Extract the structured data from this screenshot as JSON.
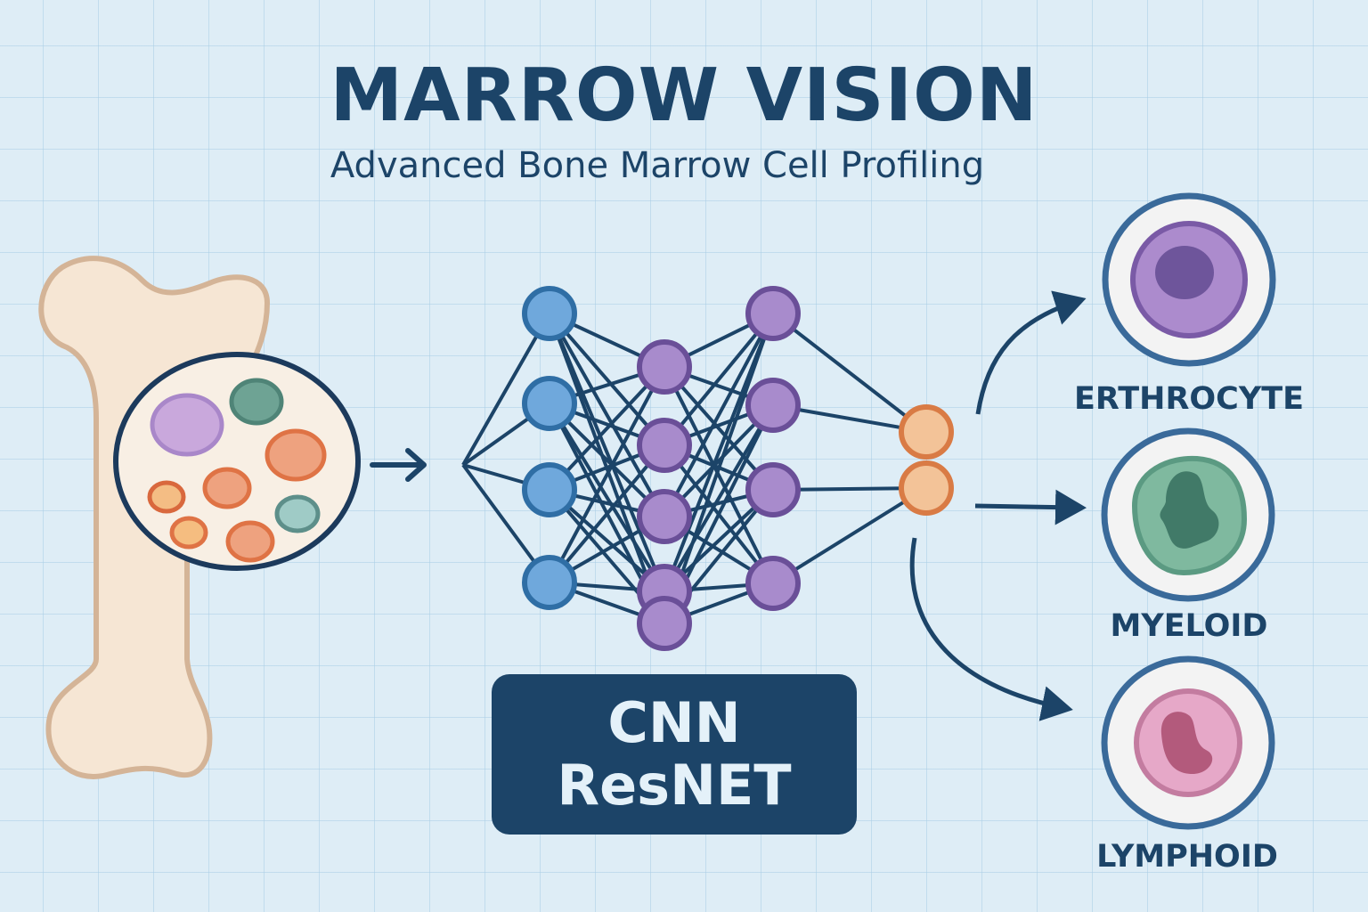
{
  "header": {
    "title": "MARROW VISION",
    "subtitle": "Advanced Bone Marrow Cell Profiling"
  },
  "model": {
    "line1": "CNN",
    "line2": "ResNET"
  },
  "network": {
    "layers": [
      {
        "name": "input",
        "nodes": 4,
        "color": "#6fa8dc",
        "stroke": "#2f6ea5"
      },
      {
        "name": "hidden-1",
        "nodes": 5,
        "color": "#a88bcc",
        "stroke": "#6a4f98"
      },
      {
        "name": "hidden-2",
        "nodes": 4,
        "color": "#a88bcc",
        "stroke": "#6a4f98"
      },
      {
        "name": "output",
        "nodes": 2,
        "color": "#f3c398",
        "stroke": "#d97b45"
      }
    ],
    "edge_color": "#1c4468"
  },
  "sample": {
    "cells": [
      {
        "type": "purple-large",
        "color": "#c9a8dc",
        "stroke": "#a987c9"
      },
      {
        "type": "teal",
        "color": "#6ea394",
        "stroke": "#4f8477"
      },
      {
        "type": "orange-large",
        "color": "#eea27f",
        "stroke": "#df7345"
      },
      {
        "type": "orange-small",
        "color": "#f4bd84",
        "stroke": "#d9683d"
      },
      {
        "type": "orange-medium",
        "color": "#eea27f",
        "stroke": "#df7345"
      },
      {
        "type": "orange-tiny",
        "color": "#f5bd80",
        "stroke": "#df7345"
      },
      {
        "type": "orange-medium-2",
        "color": "#eea27f",
        "stroke": "#df7345"
      },
      {
        "type": "teal-light",
        "color": "#9fcbc6",
        "stroke": "#5d8f8a"
      }
    ]
  },
  "outputs": [
    {
      "label": "ERTHROCYTE",
      "cytoplasm": "#ac8bcd",
      "rim": "#7a5aa6",
      "nucleus": "#6e559b"
    },
    {
      "label": "MYELOID",
      "cytoplasm": "#7fb99f",
      "rim": "#5b9a82",
      "nucleus": "#417a68"
    },
    {
      "label": "LYMPHOID",
      "cytoplasm": "#e6a8c8",
      "rim": "#c37ca0",
      "nucleus": "#b35a7c"
    }
  ],
  "colors": {
    "background": "#deedf6",
    "primary": "#1c4468",
    "bone_fill": "#f6e6d4",
    "bone_stroke": "#d4b497"
  }
}
